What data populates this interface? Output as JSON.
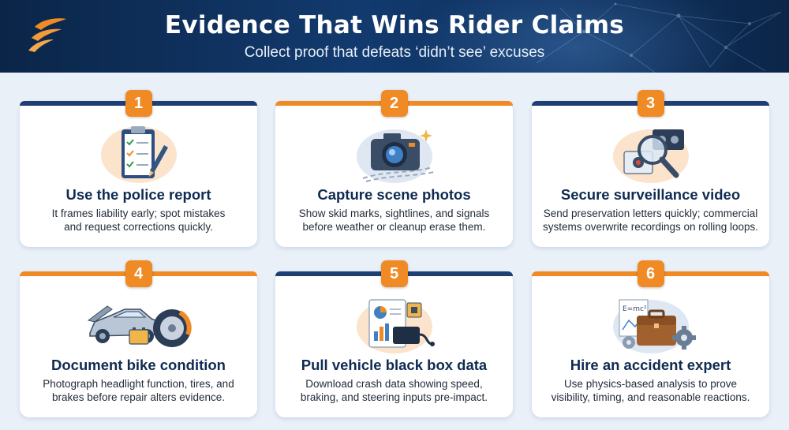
{
  "header": {
    "title": "Evidence That Wins Rider Claims",
    "subtitle": "Collect proof that defeats ‘didn’t see’ excuses"
  },
  "colors": {
    "navy": "#0f2b52",
    "orange": "#f08a24",
    "background": "#e9f0f8"
  },
  "cards": [
    {
      "number": "1",
      "icon": "clipboard-checklist-icon",
      "title": "Use the police report",
      "desc1": "It frames liability early; spot mistakes",
      "desc2": "and request corrections quickly."
    },
    {
      "number": "2",
      "icon": "camera-icon",
      "title": "Capture scene photos",
      "desc1": "Show skid marks, sightlines, and signals",
      "desc2": "before weather or cleanup erase them."
    },
    {
      "number": "3",
      "icon": "video-magnifier-icon",
      "title": "Secure surveillance video",
      "desc1": "Send preservation letters quickly; commercial",
      "desc2": "systems overwrite recordings on rolling loops."
    },
    {
      "number": "4",
      "icon": "car-battery-tire-icon",
      "title": "Document bike condition",
      "desc1": "Photograph headlight function, tires, and",
      "desc2": "brakes before repair alters evidence."
    },
    {
      "number": "5",
      "icon": "black-box-data-icon",
      "title": "Pull vehicle black box data",
      "desc1": "Download crash data showing speed,",
      "desc2": "braking, and steering inputs pre-impact."
    },
    {
      "number": "6",
      "icon": "expert-briefcase-icon",
      "title": "Hire an accident expert",
      "desc1": "Use physics-based analysis to prove",
      "desc2": "visibility, timing, and reasonable reactions."
    }
  ],
  "icon_labels": {
    "formula": "E=mc²"
  }
}
